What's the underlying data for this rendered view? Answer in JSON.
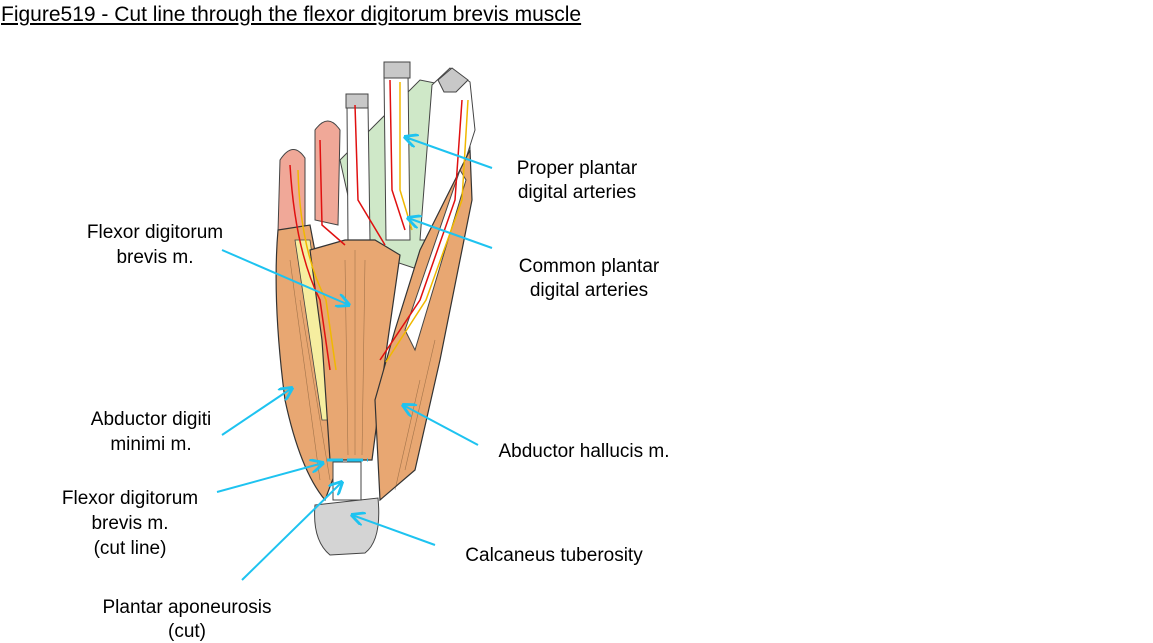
{
  "title": "Figure519 - Cut line through the flexor digitorum brevis muscle",
  "labels": {
    "proper_plantar": [
      "Proper plantar",
      "digital arteries"
    ],
    "common_plantar": [
      "Common plantar",
      "digital arteries"
    ],
    "flexor_brevis": [
      "Flexor digitorum",
      "brevis m."
    ],
    "abductor_digiti_minimi": [
      "Abductor digiti",
      "minimi m."
    ],
    "abductor_hallucis": [
      "Abductor hallucis m."
    ],
    "flexor_cut_line": [
      "Flexor digitorum",
      "brevis m.",
      "(cut line)"
    ],
    "calcaneus": [
      "Calcaneus tuberosity"
    ],
    "plantar_aponeurosis": [
      "Plantar aponeurosis",
      "(cut)"
    ]
  },
  "colors": {
    "arrow": "#1ec3f0",
    "muscle": "#e8a772",
    "artery": "#e01010",
    "nerve": "#f0b800",
    "bone": "#d4d4d4",
    "toe_skin": "#f0a898",
    "lumbrical": "#cfe8c8"
  }
}
